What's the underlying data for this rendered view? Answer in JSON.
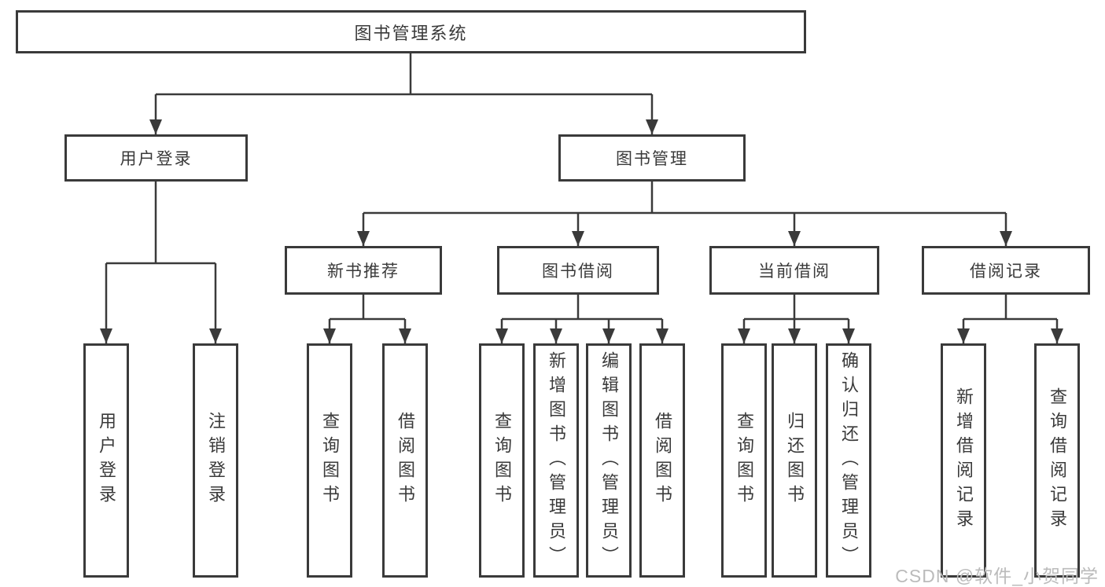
{
  "tree": {
    "root": {
      "label": "图书管理系统"
    },
    "branches": [
      {
        "label": "用户登录",
        "children": [
          {
            "label": "用户登录"
          },
          {
            "label": "注销登录"
          }
        ]
      },
      {
        "label": "图书管理",
        "children": [
          {
            "label": "新书推荐",
            "children": [
              {
                "label": "查询图书"
              },
              {
                "label": "借阅图书"
              }
            ]
          },
          {
            "label": "图书借阅",
            "children": [
              {
                "label": "查询图书"
              },
              {
                "label": "新增图书（管理员）"
              },
              {
                "label": "编辑图书（管理员）"
              },
              {
                "label": "借阅图书"
              }
            ]
          },
          {
            "label": "当前借阅",
            "children": [
              {
                "label": "查询图书"
              },
              {
                "label": "归还图书"
              },
              {
                "label": "确认归还（管理员）"
              }
            ]
          },
          {
            "label": "借阅记录",
            "children": [
              {
                "label": "新增借阅记录"
              },
              {
                "label": "查询借阅记录"
              }
            ]
          }
        ]
      }
    ]
  },
  "watermark": {
    "text": "CSDN @软件_小贺同学"
  },
  "colors": {
    "line": "#3a3a3a",
    "text": "#3a3a3a",
    "watermark": "#bbbbbb",
    "background": "#ffffff"
  }
}
